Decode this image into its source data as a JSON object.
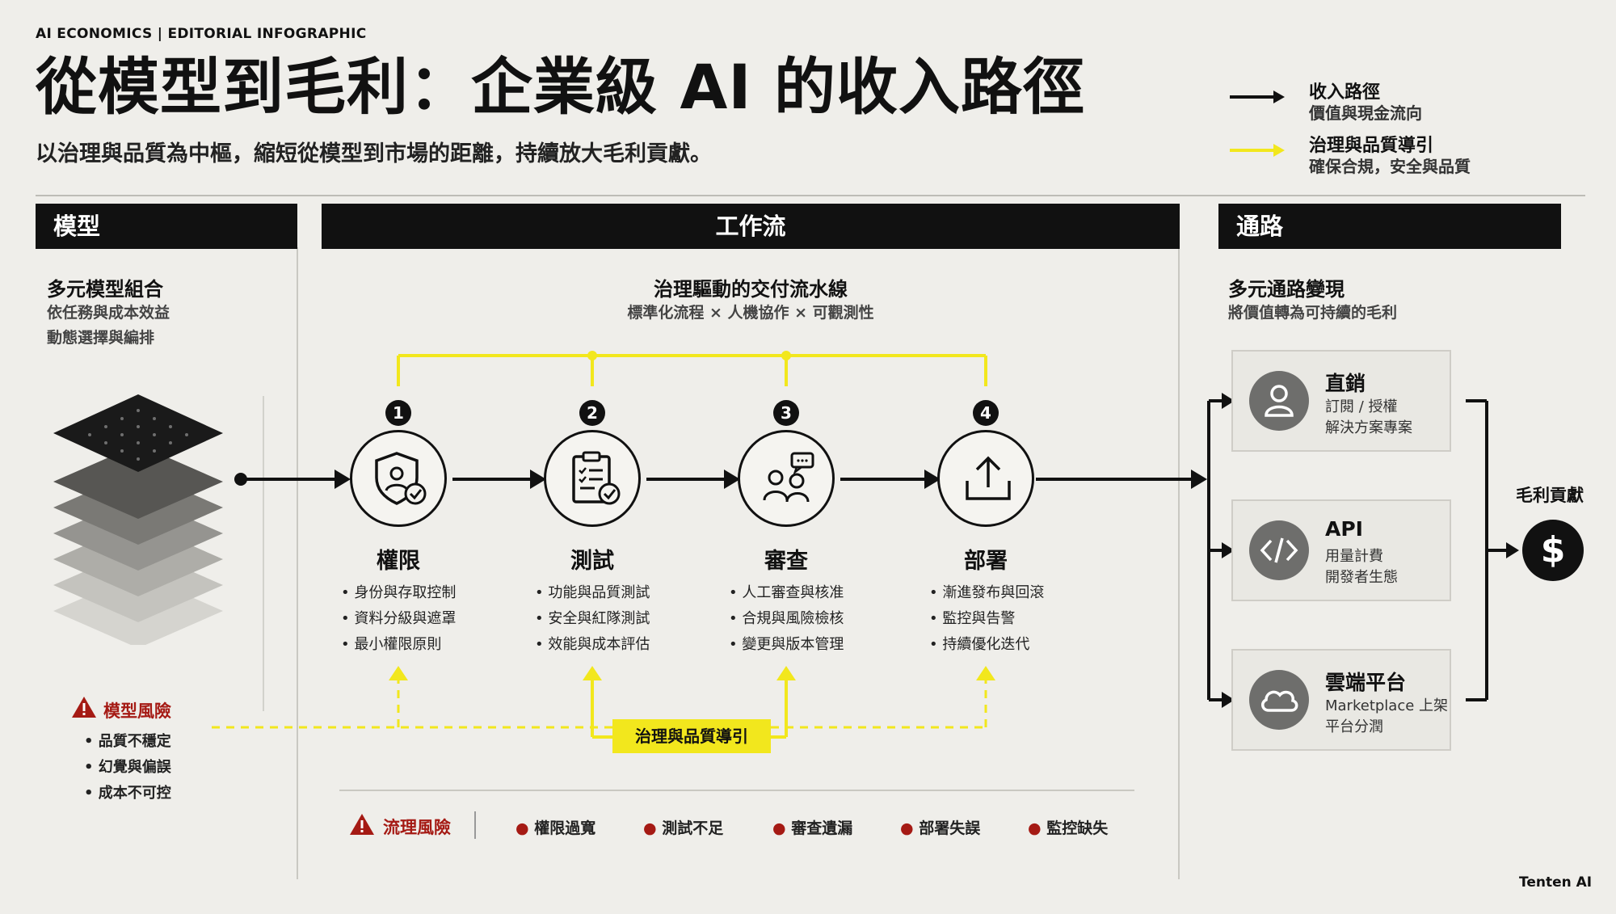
{
  "header": {
    "kicker": "AI ECONOMICS | EDITORIAL INFOGRAPHIC",
    "title": "從模型到毛利：企業級 AI 的收入路徑",
    "subtitle": "以治理與品質為中樞，縮短從模型到市場的距離，持續放大毛利貢獻。"
  },
  "legend": [
    {
      "label": "收入路徑",
      "desc": "價值與現金流向",
      "color": "#111111"
    },
    {
      "label": "治理與品質導引",
      "desc": "確保合規，安全與品質",
      "color": "#f2e71d"
    }
  ],
  "sections": {
    "model": {
      "header": "模型",
      "title": "多元模型組合",
      "desc": [
        "依任務與成本效益",
        "動態選擇與編排"
      ],
      "risk": {
        "title": "模型風險",
        "items": [
          "品質不穩定",
          "幻覺與偏誤",
          "成本不可控"
        ]
      }
    },
    "workflow": {
      "header": "工作流",
      "title": "治理驅動的交付流水線",
      "desc": "標準化流程 × 人機協作 × 可觀測性",
      "steps": [
        {
          "num": "1",
          "name": "權限",
          "icon": "shield-user-icon",
          "items": [
            "身份與存取控制",
            "資料分級與遮罩",
            "最小權限原則"
          ]
        },
        {
          "num": "2",
          "name": "測試",
          "icon": "clipboard-check-icon",
          "items": [
            "功能與品質測試",
            "安全與紅隊測試",
            "效能與成本評估"
          ]
        },
        {
          "num": "3",
          "name": "審查",
          "icon": "people-chat-icon",
          "items": [
            "人工審查與核准",
            "合規與風險檢核",
            "變更與版本管理"
          ]
        },
        {
          "num": "4",
          "name": "部署",
          "icon": "upload-icon",
          "items": [
            "漸進發布與回滾",
            "監控與告警",
            "持續優化迭代"
          ]
        }
      ],
      "governance_badge": "治理與品質導引",
      "process_risk": {
        "title": "流理風險",
        "items": [
          "權限過寬",
          "測試不足",
          "審查遺漏",
          "部署失誤",
          "監控缺失"
        ]
      }
    },
    "channels": {
      "header": "通路",
      "title": "多元通路變現",
      "desc": "將價值轉為可持續的毛利",
      "items": [
        {
          "title": "直銷",
          "icon": "user-icon",
          "desc": [
            "訂閱 / 授權",
            "解決方案專案"
          ]
        },
        {
          "title": "API",
          "icon": "code-icon",
          "desc": [
            "用量計費",
            "開發者生態"
          ]
        },
        {
          "title": "雲端平台",
          "icon": "cloud-icon",
          "desc": [
            "Marketplace 上架",
            "平台分潤"
          ]
        }
      ],
      "margin": {
        "label": "毛利貢獻",
        "icon": "dollar-icon",
        "symbol": "$"
      }
    }
  },
  "brand": "Tenten AI",
  "colors": {
    "accent_yellow": "#f2e71d",
    "risk_red": "#a51a14",
    "dark": "#111111"
  }
}
